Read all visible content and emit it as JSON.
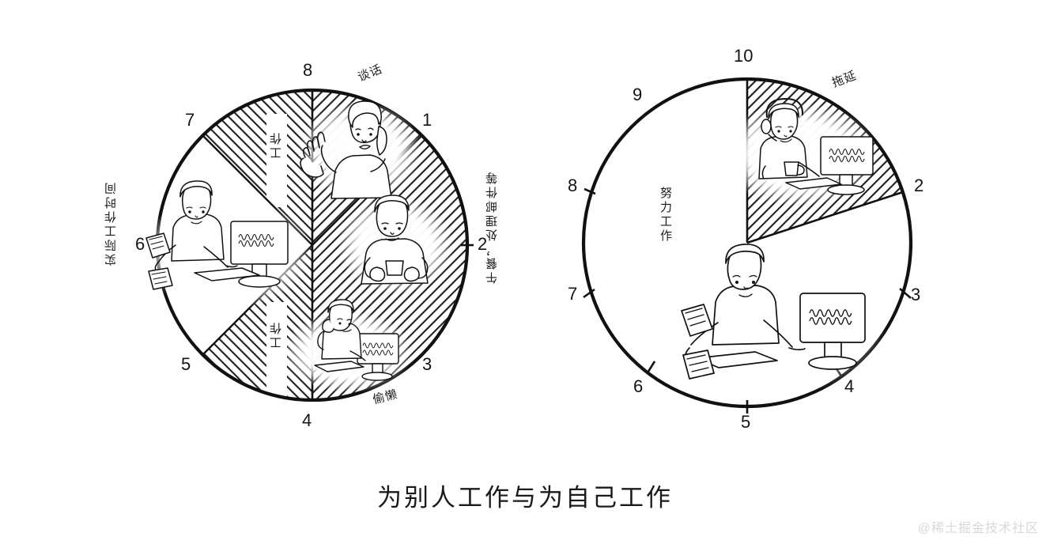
{
  "meta": {
    "background_color": "#ffffff",
    "ink_color": "#141414",
    "hatch_color": "#222222",
    "watermark_color": "#d8d8d8"
  },
  "caption": "为别人工作与为自己工作",
  "watermark": "@稀土掘金技术社区",
  "chart_data": {
    "type": "pie",
    "title": "为别人工作与为自己工作",
    "legend": "none",
    "grid": false,
    "charts": [
      {
        "name": "working-for-others",
        "center": [
          395,
          310
        ],
        "radius": 196,
        "total_units": 8,
        "tick_labels": [
          "1",
          "2",
          "3",
          "4",
          "5",
          "6",
          "7",
          "8"
        ],
        "slices": [
          {
            "label": "谈话",
            "label_en": "talking",
            "value": 1,
            "from": 8,
            "to": 1,
            "hatched": true
          },
          {
            "label": "午餐，处理邮件等",
            "label_en": "lunch, handling email, etc.",
            "value": 2,
            "from": 1,
            "to": 3,
            "hatched": true
          },
          {
            "label": "偷懒",
            "label_en": "slacking off",
            "value": 1,
            "from": 3,
            "to": 4,
            "hatched": true
          },
          {
            "label": "工作",
            "label_en": "work",
            "value": 1,
            "from": 4,
            "to": 5,
            "hatched": true
          },
          {
            "label": "实际工作时间",
            "label_en": "actual working time",
            "value": 2,
            "from": 5,
            "to": 7,
            "hatched": false
          },
          {
            "label": "工作",
            "label_en": "work",
            "value": 1,
            "from": 7,
            "to": 8,
            "hatched": true
          }
        ]
      },
      {
        "name": "working-for-yourself",
        "center": [
          945,
          307
        ],
        "radius": 207,
        "total_units": 10,
        "tick_labels": [
          "2",
          "3",
          "4",
          "5",
          "6",
          "7",
          "8",
          "9",
          "10"
        ],
        "slices": [
          {
            "label": "拖延",
            "label_en": "procrastination",
            "value": 2,
            "from": 10,
            "to": 2,
            "hatched": true
          },
          {
            "label": "努力工作",
            "label_en": "working hard",
            "value": 8,
            "from": 2,
            "to": 10,
            "hatched": false
          }
        ]
      }
    ]
  },
  "left_circle": {
    "numbers": [
      {
        "key": "1",
        "value": "1"
      },
      {
        "key": "2",
        "value": "2"
      },
      {
        "key": "3",
        "value": "3"
      },
      {
        "key": "4",
        "value": "4"
      },
      {
        "key": "5",
        "value": "5"
      },
      {
        "key": "6",
        "value": "6"
      },
      {
        "key": "7",
        "value": "7"
      },
      {
        "key": "8",
        "value": "8"
      }
    ],
    "labels": {
      "talking": "谈话",
      "lunch_email": "午餐，处理邮件等",
      "slacking": "偷懒",
      "actual_work_time": "实际工作时间",
      "work_upper": "工作",
      "work_lower": "工作"
    }
  },
  "right_circle": {
    "numbers": [
      {
        "key": "2",
        "value": "2"
      },
      {
        "key": "3",
        "value": "3"
      },
      {
        "key": "4",
        "value": "4"
      },
      {
        "key": "5",
        "value": "5"
      },
      {
        "key": "6",
        "value": "6"
      },
      {
        "key": "7",
        "value": "7"
      },
      {
        "key": "8",
        "value": "8"
      },
      {
        "key": "9",
        "value": "9"
      },
      {
        "key": "10",
        "value": "10"
      }
    ],
    "labels": {
      "procrastination": "拖延",
      "work_hard": "努力工作"
    }
  }
}
